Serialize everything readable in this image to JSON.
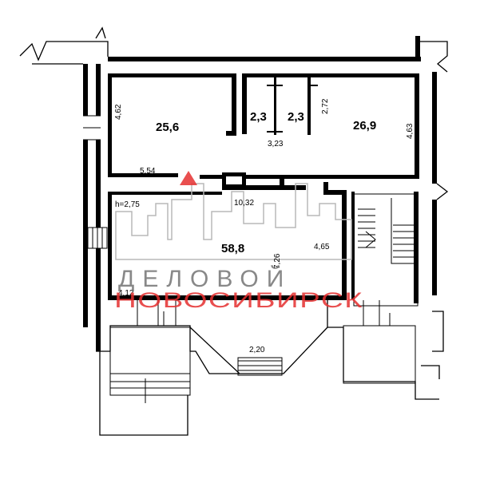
{
  "rooms": {
    "room_a_area": "25,6",
    "room_b_area": "2,3",
    "room_c_area": "2,3",
    "room_d_area": "26,9",
    "hall_area": "58,8"
  },
  "dimensions": {
    "d1": "4,62",
    "d2": "2,72",
    "d3": "3,23",
    "d4": "4,63",
    "d5": "5,54",
    "d6": "h=2,75",
    "d7": "10,32",
    "d8": "4,65",
    "d9": "7,26",
    "d10": "4,12",
    "d11": "2,20"
  },
  "watermark": {
    "line1": "ДЕЛОВОЙ",
    "line2": "НОВОСИБИРСК",
    "gray": "#6b6b6b",
    "red": "#e53030"
  }
}
